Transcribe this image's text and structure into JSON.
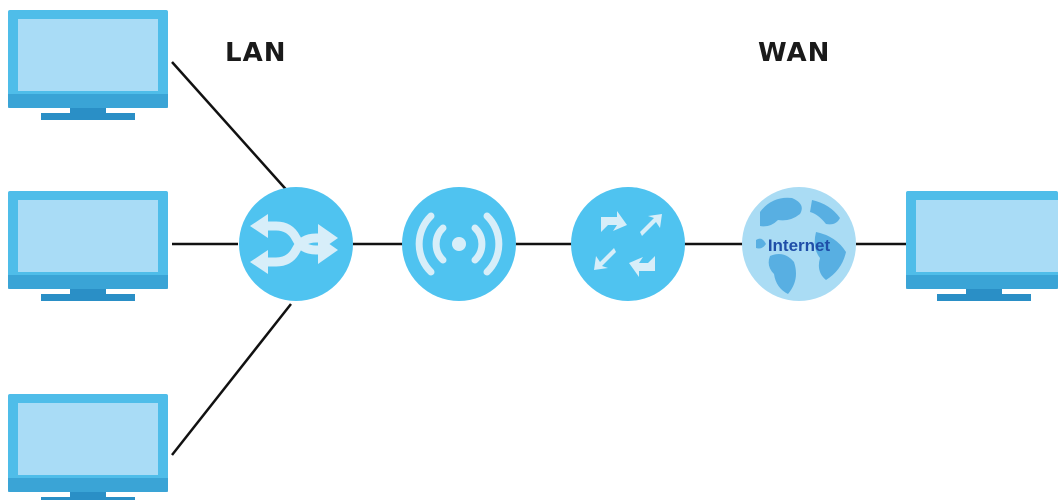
{
  "labels": {
    "lan": "LAN",
    "wan": "WAN"
  },
  "nodes": {
    "internet_text": "Internet"
  },
  "icons": {
    "lan_computers": [
      "monitor-icon",
      "monitor-icon",
      "monitor-icon"
    ],
    "switch": "switch-icon",
    "access_point": "wireless-access-point-icon",
    "router": "router-icon",
    "internet": "globe-icon",
    "wan_computer": "monitor-icon"
  },
  "colors": {
    "node_fill": "#4fc3f0",
    "node_glyph": "#d7eef9",
    "monitor_screen": "#a9dcf6",
    "monitor_frame": "#4fbde9",
    "monitor_stand": "#2a8fc6",
    "globe_ocean": "#aadcf4",
    "globe_land": "#4aa8e0",
    "internet_text": "#1f4ea8",
    "link_line": "#111111"
  }
}
